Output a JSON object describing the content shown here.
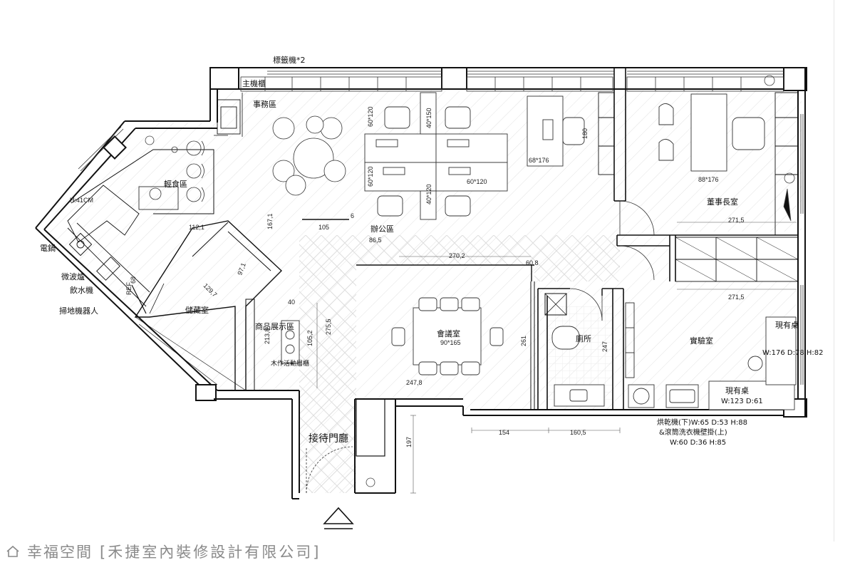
{
  "rooms": {
    "office_affairs": "事務區",
    "server_cabinet": "主機櫃",
    "label_machine": "標籤機*2",
    "light_food": "輕食區",
    "storage": "儲藏室",
    "product_display": "商品展示區",
    "wood_cabinet": "木作活動層櫃",
    "office_area": "辦公區",
    "meeting_room": "會議室",
    "toilet": "廁所",
    "chairman_room": "董事長室",
    "lab": "實驗室",
    "reception": "接待門廳"
  },
  "appliances": {
    "rice_cooker": "電鍋",
    "microwave": "微波爐",
    "water_dispenser": "飲水機",
    "robot_vacuum": "掃地機器人",
    "height_note": "H:41CM",
    "ref_label": "REF"
  },
  "furniture_notes": {
    "existing_desk_1_title": "現有桌",
    "existing_desk_1_dims": "W:176 D:78 H:82",
    "existing_desk_2_title": "現有桌",
    "existing_desk_2_dims": "W:123 D:61",
    "dryer_line1": "烘乾機(下)W:65 D:53 H:88",
    "dryer_line2": "&滾筒洗衣機壁掛(上)",
    "dryer_line3": "W:60 D:36 H:85",
    "table_size": "90*165",
    "desk_68": "68*176",
    "desk_88": "88*176",
    "desk_60a": "60*120",
    "desk_40a": "40*150",
    "desk_60b": "60*120",
    "desk_40b": "40*120",
    "desk_60c": "60*120",
    "chair_180": "180"
  },
  "dimensions": {
    "d112": "112,1",
    "d167": "167,1",
    "d105": "105",
    "d6": "6",
    "d86": "86,5",
    "d270": "270,2",
    "d60_8": "60,8",
    "d271a": "271,5",
    "d271b": "271,5",
    "d97": "97,1",
    "d129": "129,7",
    "d40": "40",
    "d275": "275,5",
    "d213": "213,8",
    "d105_2": "105,2",
    "d261": "261",
    "d247a": "247",
    "d247b": "247,8",
    "d68": "68",
    "d154": "154",
    "d160": "160,5",
    "d197": "197"
  },
  "footer": {
    "brand": "幸福空間",
    "company": "[禾捷室內裝修設計有限公司]"
  }
}
